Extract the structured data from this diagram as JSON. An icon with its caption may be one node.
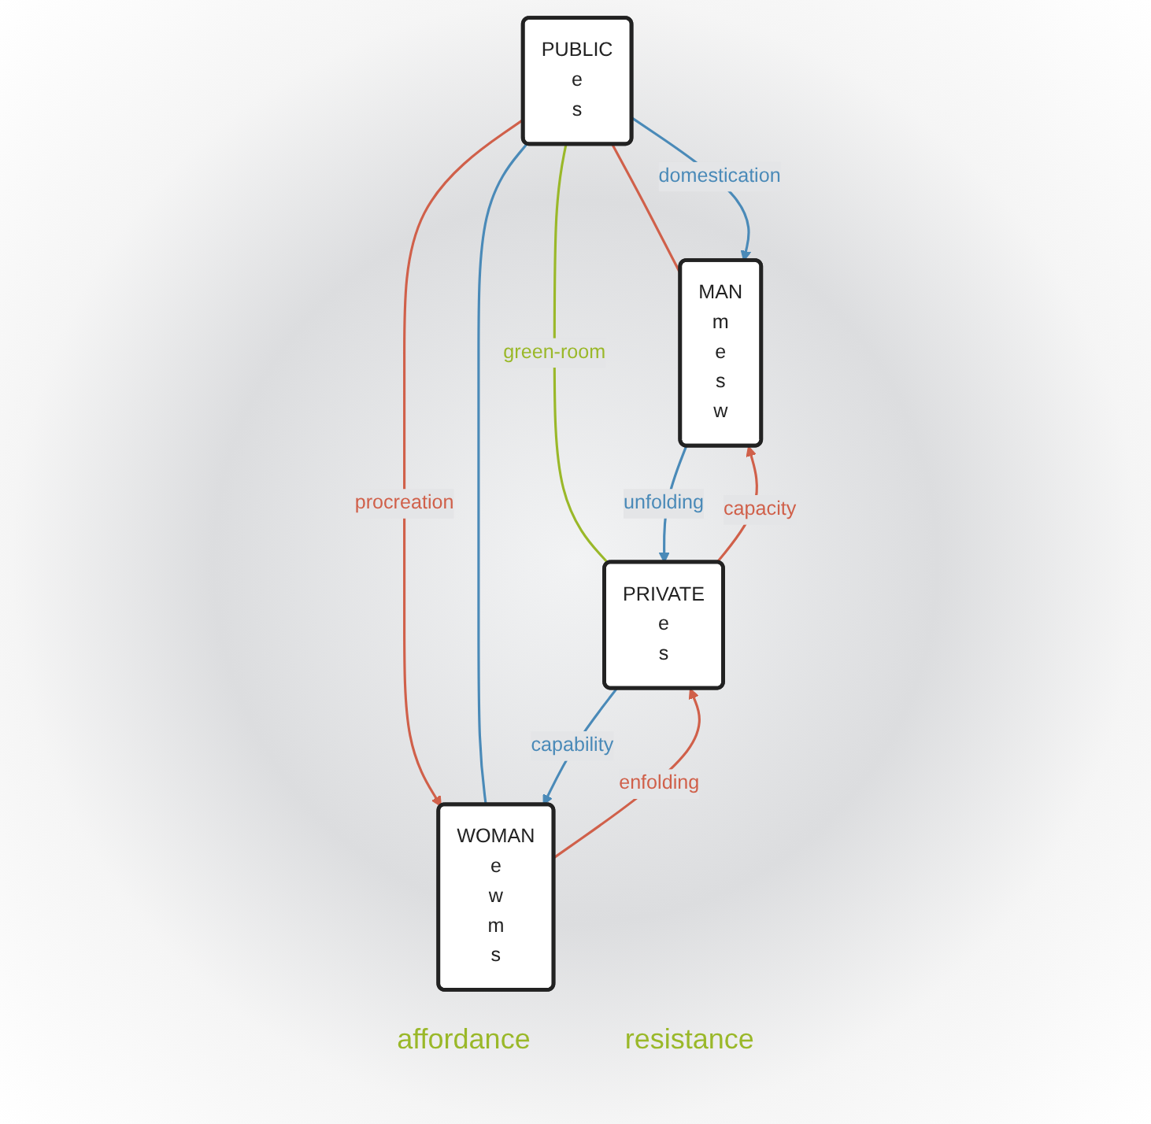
{
  "diagram": {
    "nodes": [
      {
        "text": [
          "PUBLIC",
          "e",
          "s"
        ]
      },
      {
        "text": [
          "MAN",
          "m",
          "e",
          "s",
          "w"
        ]
      },
      {
        "text": [
          "WOMAN",
          "e",
          "w",
          "m",
          "s"
        ]
      },
      {
        "text": [
          "PRIVATE",
          "e",
          "s"
        ]
      }
    ],
    "edges": [
      {
        "from": 0,
        "to": 1,
        "arrow": "none",
        "color": "#d0604a"
      },
      {
        "from": 0,
        "to": 2,
        "arrow": "to",
        "label": "procreation",
        "color": "#d0604a"
      },
      {
        "from": 0,
        "to": 2,
        "arrow": "none",
        "color": "#4a8ab8"
      },
      {
        "from": 0,
        "to": 1,
        "arrow": "to",
        "label": "domestication",
        "color": "#4a8ab8"
      },
      {
        "from": 0,
        "to": 3,
        "arrow": "none",
        "label": "green-room",
        "color": "#9ab829"
      },
      {
        "from": 1,
        "to": 3,
        "arrow": "to",
        "label": "unfolding",
        "color": "#4a8ab8"
      },
      {
        "from": 2,
        "to": 3,
        "arrow": "to",
        "label": "enfolding",
        "color": "#d0604a"
      },
      {
        "from": 3,
        "to": 1,
        "arrow": "to",
        "label": "capacity",
        "color": "#d0604a"
      },
      {
        "from": 3,
        "to": 2,
        "arrow": "to",
        "label": "capability",
        "color": "#4a8ab8"
      }
    ],
    "labels": [
      "affordance",
      "resistance"
    ]
  }
}
